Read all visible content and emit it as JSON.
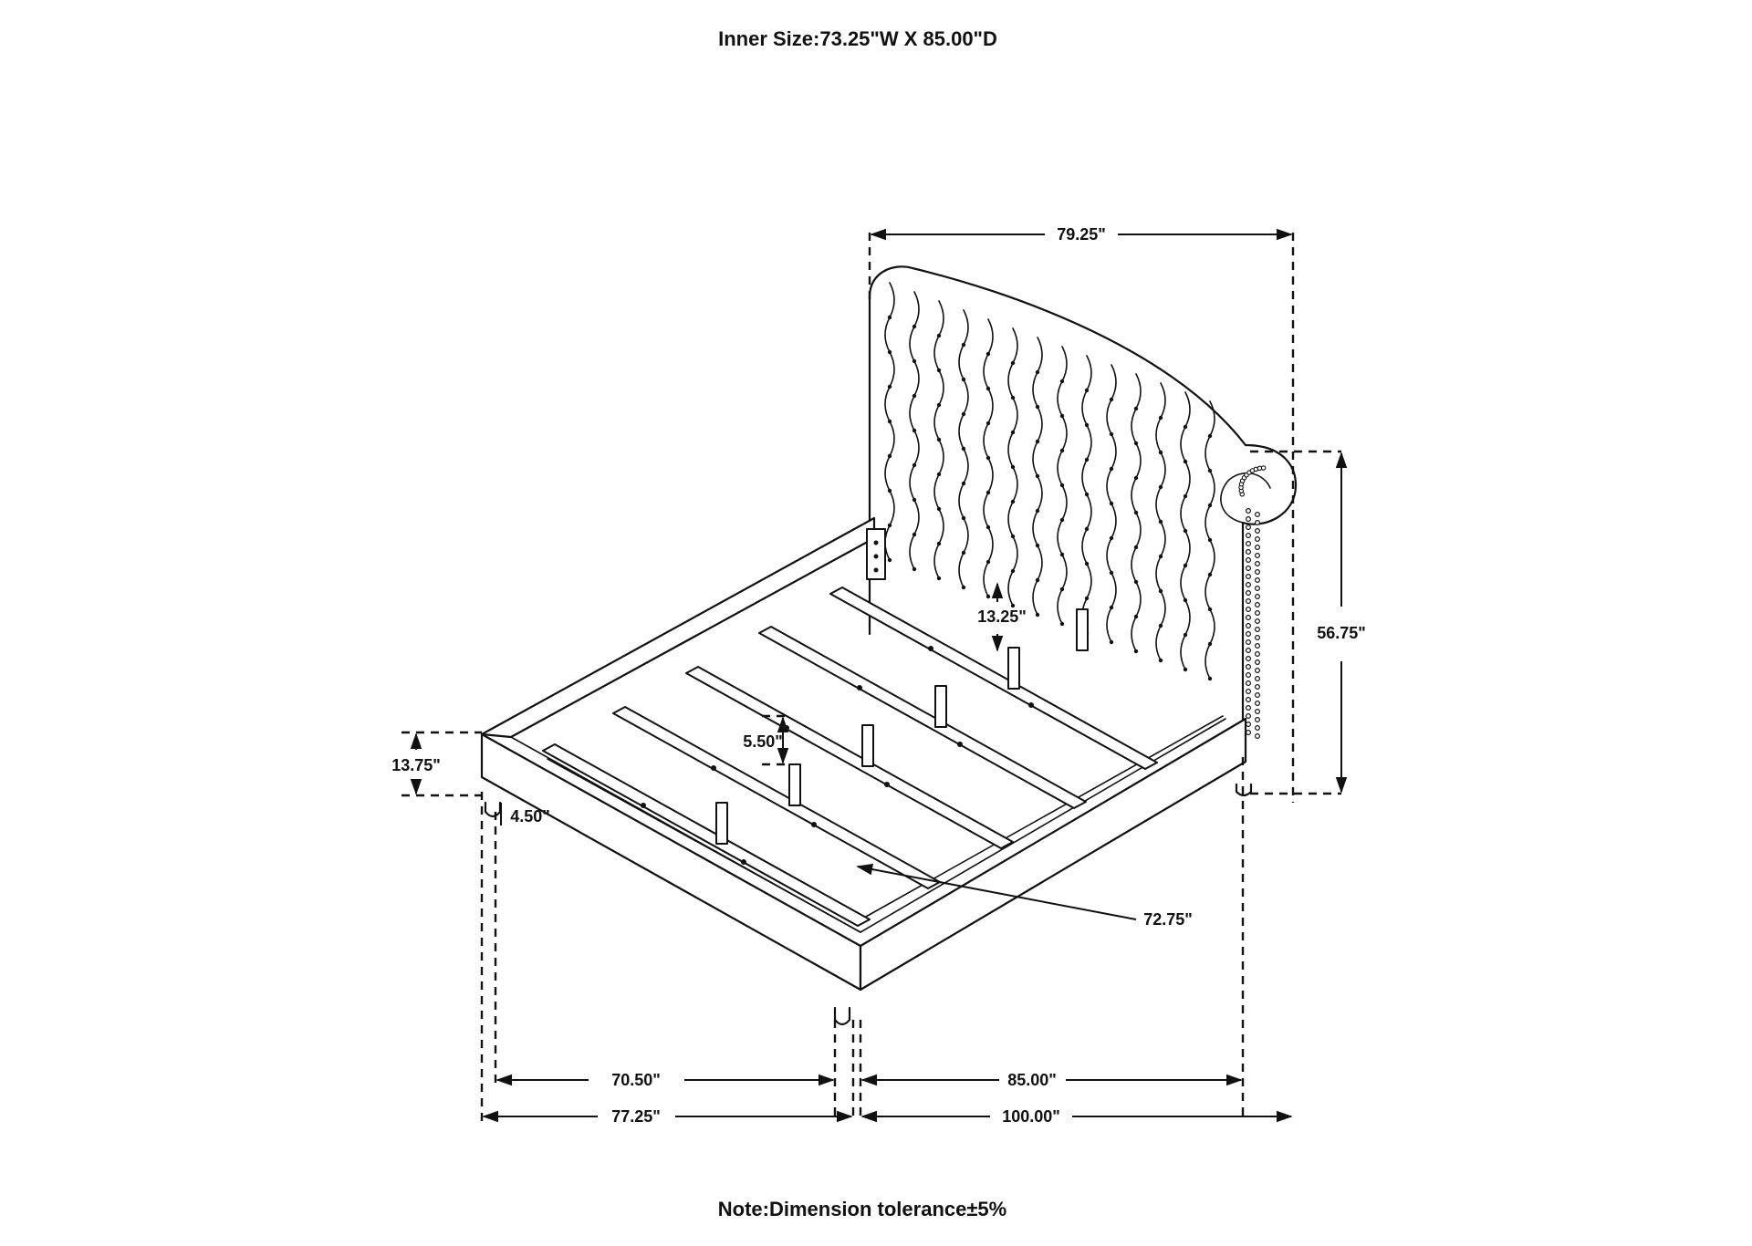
{
  "header": {
    "inner_size": "Inner Size:73.25\"W X 85.00\"D"
  },
  "footer": {
    "note": "Note:Dimension tolerance±5%"
  },
  "dimensions": {
    "headboard_width": "79.25\"",
    "headboard_height": "56.75\"",
    "rail_clearance": "13.25\"",
    "slat_depth": "5.50\"",
    "bed_height": "13.75\"",
    "leg_height": "4.50\"",
    "slat_length": "72.75\"",
    "inner_width": "70.50\"",
    "inner_length": "85.00\"",
    "overall_width": "77.25\"",
    "overall_length": "100.00\""
  }
}
